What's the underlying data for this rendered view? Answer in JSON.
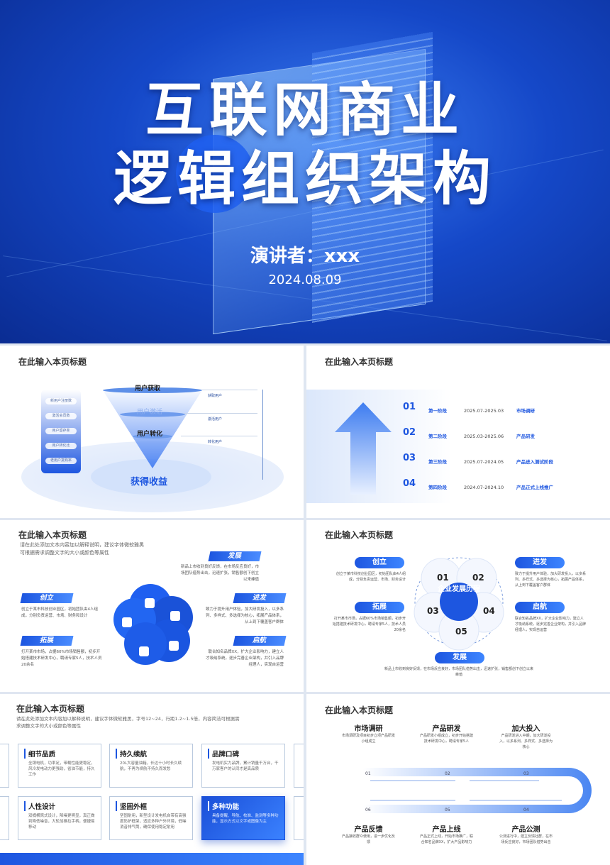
{
  "cover": {
    "title_line1": "互联网商业",
    "title_line2": "逻辑组织架构",
    "presenter": "演讲者：xxx",
    "date": "2024.08.09"
  },
  "page_title": "在此输入本页标题",
  "slide1": {
    "metrics": [
      "新用户注册数",
      "激活会员数",
      "用户留存率",
      "用户转化比",
      "老用户复购率"
    ],
    "funnel": [
      "用户获取",
      "用户激活",
      "用户转化"
    ],
    "result": "获得收益",
    "side_labels": [
      "获取用户",
      "激活用户",
      "转化用户"
    ]
  },
  "slide2": {
    "numbers": [
      "01",
      "02",
      "03",
      "04"
    ],
    "stages": [
      {
        "name": "第一阶段",
        "period": "2025.07-2025.03",
        "task": "市场调研"
      },
      {
        "name": "第二阶段",
        "period": "2025.03-2025.06",
        "task": "产品研发"
      },
      {
        "name": "第三阶段",
        "period": "2025.07-2024.05",
        "task": "产品进入测试阶段"
      },
      {
        "name": "第四阶段",
        "period": "2024.07-2024.10",
        "task": "产品正式上线推广"
      }
    ]
  },
  "slide3": {
    "desc": "请在此处添加文本内容加以解释说明，建议字体微软雅黑可根据需求调整文字的大小或颜色等属性",
    "items": [
      {
        "tag": "发展",
        "text": "新品上市收到良好反馈，在市场反应良好，市场团队借势出击，迅速扩张，销售额创下创立以来峰值"
      },
      {
        "tag": "创立",
        "text": "创立于某市科技创业园区，初始团队由4人组成，分别负责运营、市场、财务和设计"
      },
      {
        "tag": "进发",
        "text": "致力于提升用户体验，加大研发投入，以多系列、多样式、多选择为核心，拓展产品体系，从上到下覆盖客户群体"
      },
      {
        "tag": "拓展",
        "text": "打开某市市场，占据60%市场销售额，初步开始搭建技术研发中心，聘请专家5人，技术人员20余名"
      },
      {
        "tag": "启航",
        "text": "联合知名品牌XX，扩大企业影响力，建立人才吸纳系统，逐步完善企业架构，并引入品牌经理人，实现自运营"
      }
    ]
  },
  "slide4": {
    "center": "企业发展历程",
    "numbers": [
      "01",
      "02",
      "03",
      "04",
      "05"
    ],
    "items": [
      {
        "tag": "创立",
        "text": "创立于某市科技创业园区，初始团队由4人组成，分别负责运营、市场、财务设计"
      },
      {
        "tag": "进发",
        "text": "致力于提升用户体验，加大研发投入，以多系列、多样式、多选择为核心，拓展产品体系，从上到下覆盖客户群体"
      },
      {
        "tag": "拓展",
        "text": "打开某市市场，占据60%市场销售额，初步开始搭建技术研发中心，聘请专家5人，技术人员20余名"
      },
      {
        "tag": "启航",
        "text": "联合知名品牌XX，扩大企业影响力，建立人才吸纳系统，逐步完善企业架构，并引入品牌经理人，实现自运营"
      },
      {
        "tag": "发展",
        "text": "新品上市收到良好反馈，在市场反应良好，市场团队借势出击，迅速扩张，销售额创下创立以来峰值"
      }
    ]
  },
  "slide5": {
    "desc": "请在此处添加文本内容加以解释说明，建议字体微软雅黑，字号12~24，行距1.2~1.5倍，内容简洁可根据需求调整文字的大小或颜色等属性",
    "cards": [
      {
        "title": "细节品质",
        "text": "全铜电机，功率足，带载性能更稳定，风冷发电动力更强劲，省油节能，持久工作"
      },
      {
        "title": "持久续航",
        "text": "20L大容量油箱，长达十小时长久续航，不再为续航不持久而发愁"
      },
      {
        "title": "品牌口碑",
        "text": "发电机实力品牌，累计销量千万台，千万家客户的认同才是真品质"
      },
      {
        "title": "人性设计",
        "text": "双桶横窝式设计，降噪更明显，真正做到降低噪音，大轮加推拉手柄，便捷易移动"
      },
      {
        "title": "坚固外框",
        "text": "坚固耐用，新型设计发电机自带有高强度防护框架，适应多种户外环境，低噪消音排气筒，确保使用稳定耐用"
      },
      {
        "title": "多种功能",
        "text": "具备提醒、导航、校准、监测等多种功能，显示方式以文字或图像为主"
      }
    ]
  },
  "slide6": {
    "steps": [
      {
        "num": "01",
        "title": "市场调研",
        "text": "市场调研及项目初步立项产品研发小组成立"
      },
      {
        "num": "02",
        "title": "产品研发",
        "text": "产品研发小组成立，初步开始搭建技术研发中心，聘请专家5人"
      },
      {
        "num": "03",
        "title": "加大投入",
        "text": "产品研发进入中期，加大研发投入，以多系列、多样式、多选择为核心"
      },
      {
        "num": "04",
        "title": "产品公测",
        "text": "公测进行中，建立反馈社群，在市场反应良好，市场团队借势出击"
      },
      {
        "num": "05",
        "title": "产品上线",
        "text": "产品正式上线，开始市场推广，联合知名品牌XX，扩大产品影响力"
      },
      {
        "num": "06",
        "title": "产品反馈",
        "text": "产品接收群众使用，进一步优化反馈"
      }
    ]
  },
  "colors": {
    "accent": "#1d56e0",
    "cover_bg": "#1548c8"
  }
}
